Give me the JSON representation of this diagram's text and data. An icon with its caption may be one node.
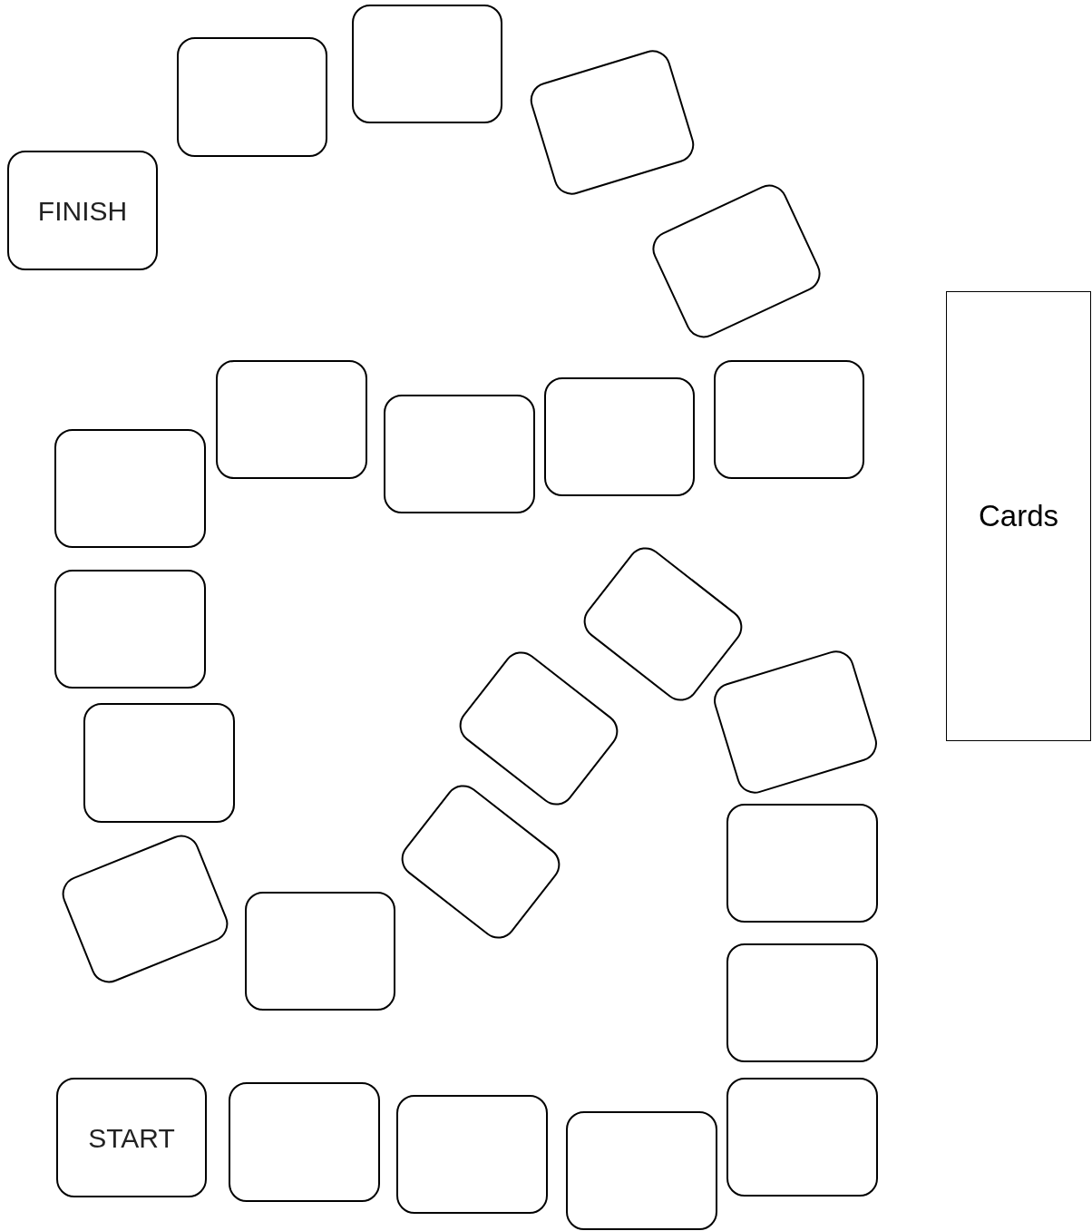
{
  "diagram": {
    "nodes": [
      {
        "text": [],
        "shape": "box"
      },
      {
        "text": [],
        "shape": "box"
      },
      {
        "text": [],
        "shape": "box"
      },
      {
        "text": [
          "FINISH"
        ]
      },
      {
        "text": [],
        "shape": "box"
      },
      {
        "text": [
          "Cards"
        ]
      },
      {
        "text": [],
        "shape": "box"
      },
      {
        "text": [],
        "shape": "box"
      },
      {
        "text": [],
        "shape": "box"
      },
      {
        "text": [],
        "shape": "box"
      },
      {
        "text": [],
        "shape": "box"
      },
      {
        "text": [],
        "shape": "box"
      },
      {
        "text": [],
        "shape": "box"
      },
      {
        "text": [],
        "shape": "box"
      },
      {
        "text": [],
        "shape": "box"
      },
      {
        "text": [],
        "shape": "box"
      },
      {
        "text": [],
        "shape": "box"
      },
      {
        "text": [],
        "shape": "box"
      },
      {
        "text": [],
        "shape": "box"
      },
      {
        "text": [],
        "shape": "box"
      },
      {
        "text": [],
        "shape": "box"
      },
      {
        "text": [
          "START"
        ]
      },
      {
        "text": [],
        "shape": "box"
      },
      {
        "text": [],
        "shape": "box"
      },
      {
        "text": [],
        "shape": "box"
      },
      {
        "text": [],
        "shape": "box"
      }
    ]
  }
}
